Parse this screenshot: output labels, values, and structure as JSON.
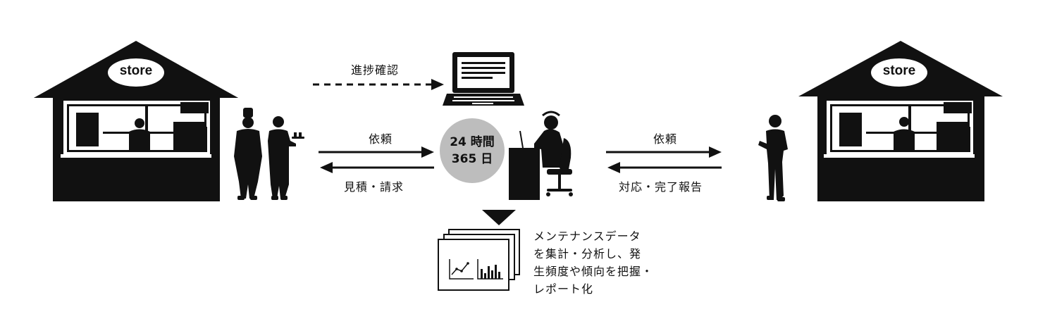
{
  "left_store": {
    "sign": "store"
  },
  "right_store": {
    "sign": "store"
  },
  "flows": {
    "progress_check": "進捗確認",
    "request_left": "依頼",
    "estimate_invoice": "見積・請求",
    "request_right": "依頼",
    "response_report": "対応・完了報告"
  },
  "support_center": {
    "line1": "24 時間",
    "line2": "365 日"
  },
  "report": {
    "lines": [
      "メンテナンスデータ",
      "を集計・分析し、発",
      "生頻度や傾向を把握・",
      "レポート化"
    ]
  },
  "icons": [
    "store-icon",
    "chef-icon",
    "waiter-icon",
    "laptop-icon",
    "operator-icon",
    "technician-icon",
    "report-document-icon"
  ],
  "colors": {
    "ink": "#111111",
    "clock_circle": "#bdbdbd",
    "background": "#ffffff"
  }
}
